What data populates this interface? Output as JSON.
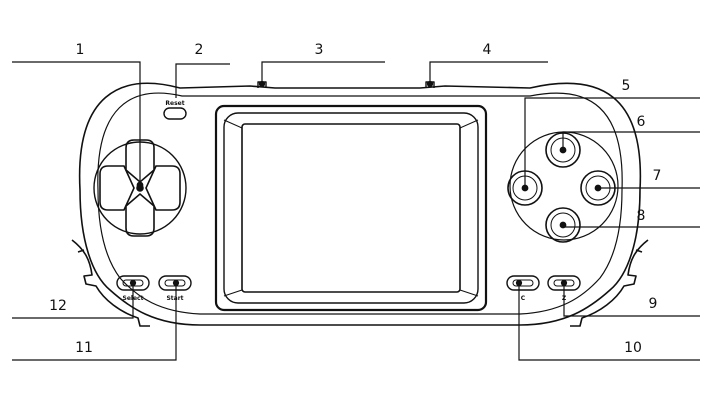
{
  "callouts": {
    "c1": "1",
    "c2": "2",
    "c3": "3",
    "c4": "4",
    "c5": "5",
    "c6": "6",
    "c7": "7",
    "c8": "8",
    "c9": "9",
    "c10": "10",
    "c11": "11",
    "c12": "12"
  },
  "labels": {
    "reset": "Reset",
    "select": "Select",
    "start": "Start",
    "c": "C",
    "z": "Z"
  }
}
